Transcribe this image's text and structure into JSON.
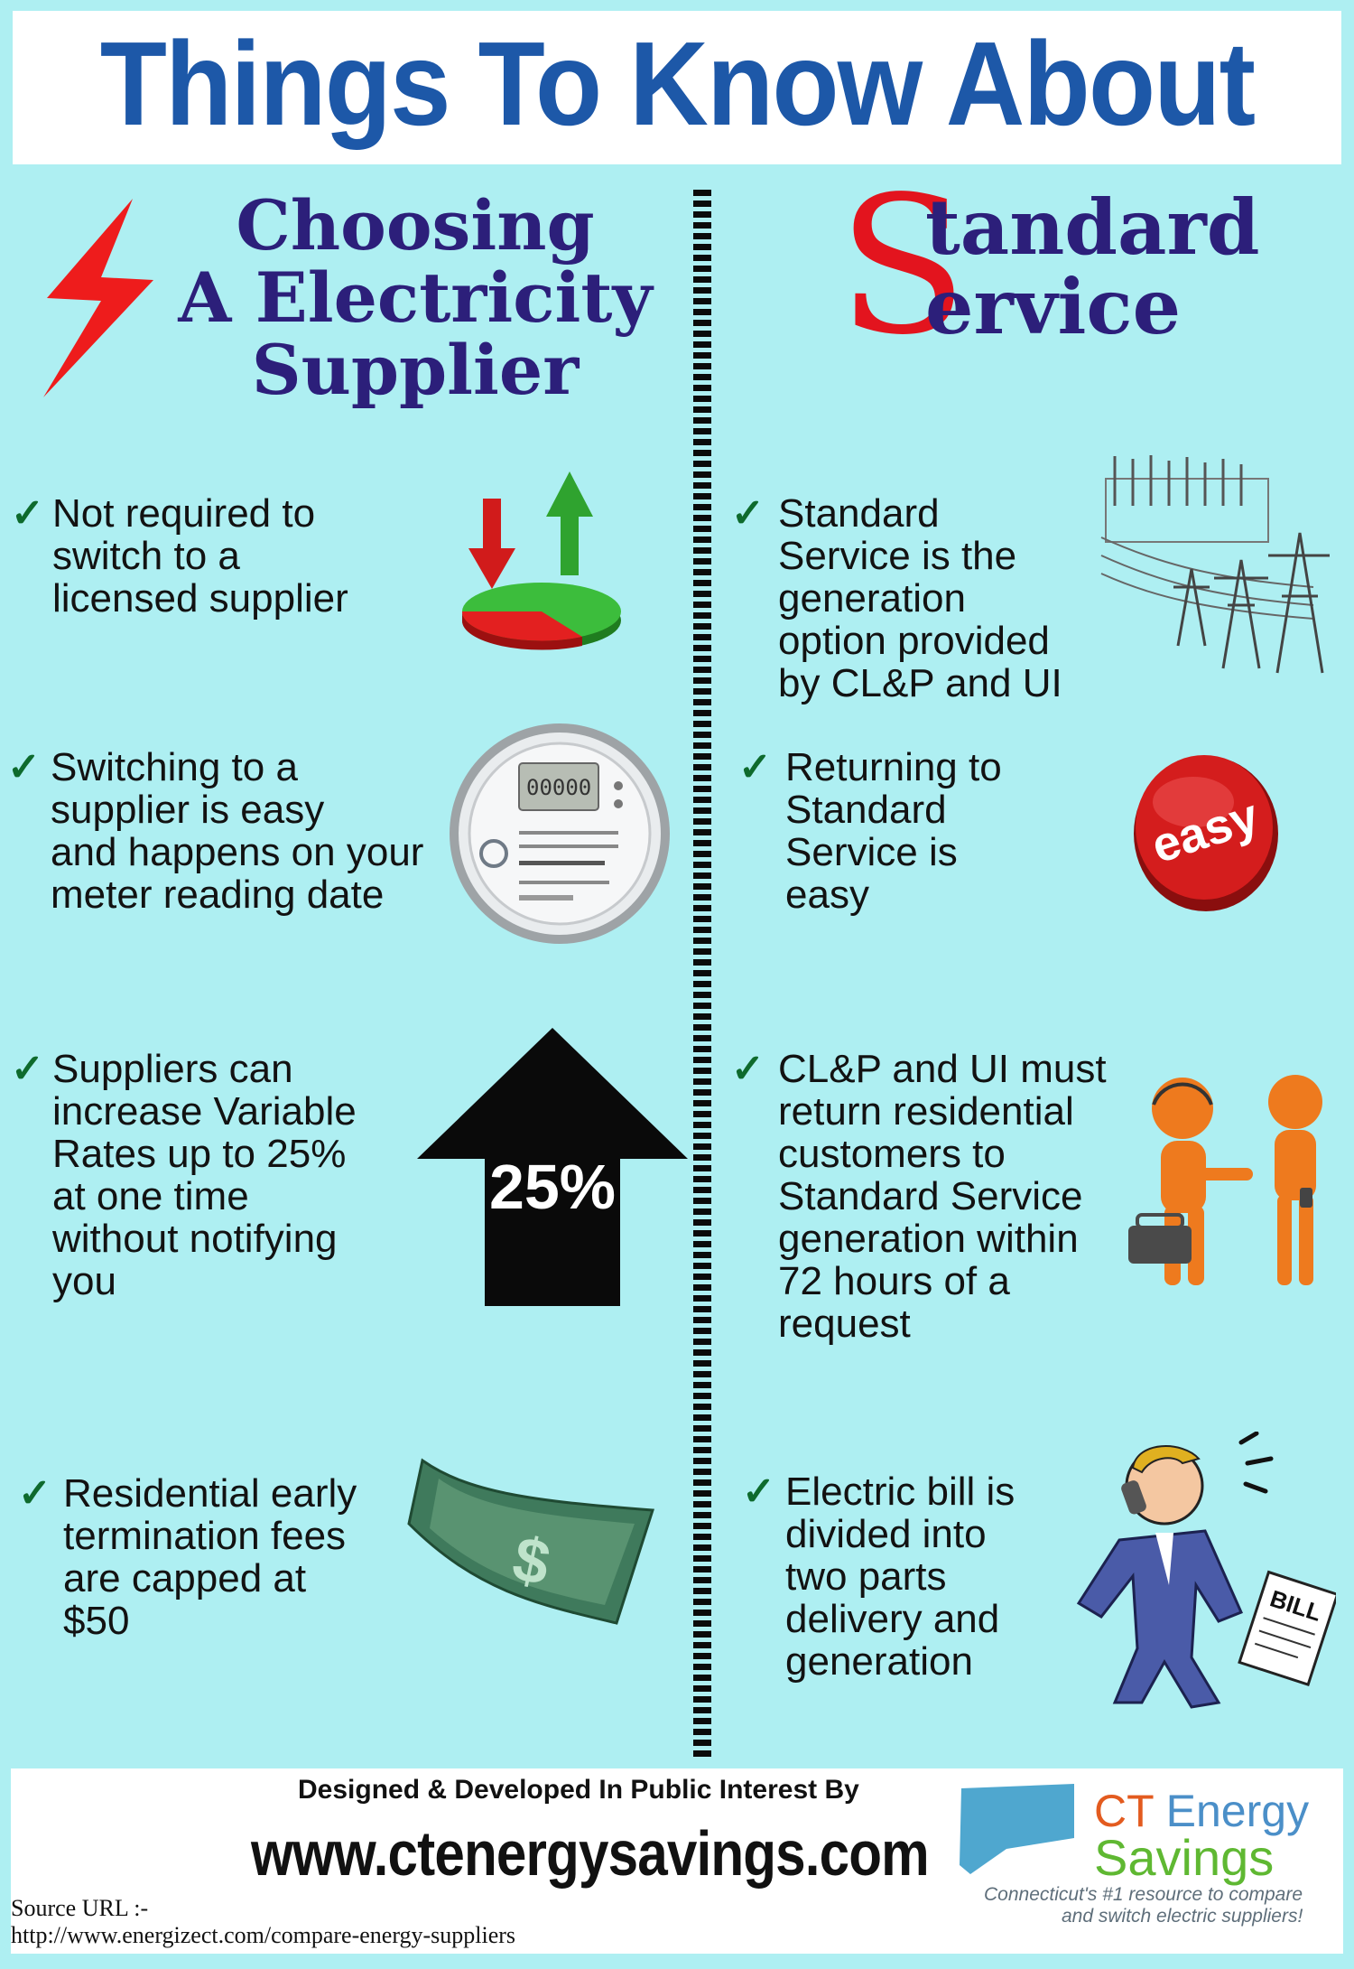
{
  "header": {
    "title": "Things To Know About"
  },
  "left_column": {
    "heading_lines": [
      "Choosing",
      "A Electricity",
      "Supplier"
    ],
    "items": [
      {
        "lines": [
          "Not required to",
          "switch to a",
          "licensed supplier"
        ],
        "icon": "pie-chart-arrows-icon"
      },
      {
        "lines": [
          "Switching to a",
          "supplier is easy",
          "and happens on your",
          "meter reading date"
        ],
        "icon": "smart-meter-icon"
      },
      {
        "lines": [
          "Suppliers can",
          "increase Variable",
          "Rates up to 25%",
          "at one time",
          "without notifying",
          "you"
        ],
        "icon": "up-arrow-icon",
        "icon_text": "25%"
      },
      {
        "lines": [
          "Residential early",
          "termination fees",
          "are capped at",
          "$50"
        ],
        "icon": "dollar-bill-icon"
      }
    ]
  },
  "right_column": {
    "heading_initial": "S",
    "heading_line1": "tandard",
    "heading_line2": "ervice",
    "items": [
      {
        "lines": [
          "Standard",
          "Service is the",
          "generation",
          "option provided",
          "by CL&P and UI"
        ],
        "icon": "power-lines-icon"
      },
      {
        "lines": [
          "Returning to",
          "Standard",
          "Service is",
          "easy"
        ],
        "icon": "easy-button-icon",
        "icon_text": "easy"
      },
      {
        "lines": [
          "CL&P and UI must",
          "return residential",
          "customers to",
          "Standard Service",
          "generation within",
          "72 hours of a",
          "request"
        ],
        "icon": "call-center-figures-icon"
      },
      {
        "lines": [
          "Electric bill is",
          "divided into",
          "two parts",
          "delivery and",
          "generation"
        ],
        "icon": "businessman-bill-icon",
        "icon_text": "BILL"
      }
    ]
  },
  "footer": {
    "designed_by": "Designed & Developed In Public Interest By",
    "website": "www.ctenergysavings.com",
    "source_label": "Source URL :-",
    "source_url": "http://www.energizect.com/compare-energy-suppliers",
    "brand_ct": "CT",
    "brand_energy": " Energy",
    "brand_savings": "Savings",
    "tagline_1": "Connecticut's #1 resource to compare",
    "tagline_2": "and switch electric suppliers!"
  },
  "colors": {
    "background": "#aeeff2",
    "title_blue": "#1d58a8",
    "heading_navy": "#2c1f7a",
    "accent_red": "#e3141e",
    "check_green": "#0e6a2d"
  }
}
